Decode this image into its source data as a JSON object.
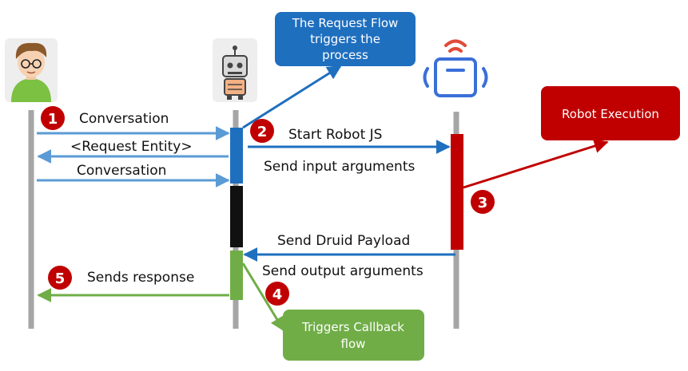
{
  "participants": {
    "user": {
      "icon": "user-avatar-icon"
    },
    "bot": {
      "icon": "chatbot-robot-icon"
    },
    "robot": {
      "icon": "rpa-robot-icon"
    }
  },
  "messages": {
    "conversation_1": "Conversation",
    "request_entity": "<Request Entity>",
    "conversation_2": "Conversation",
    "start_robot": "Start Robot JS",
    "send_input": "Send input arguments",
    "send_payload": "Send Druid Payload",
    "send_output": "Send output arguments",
    "sends_response": "Sends response"
  },
  "steps": [
    "1",
    "2",
    "3",
    "4",
    "5"
  ],
  "callouts": {
    "request_flow": [
      "The Request Flow",
      "triggers the",
      "process"
    ],
    "robot_execution": [
      "Robot Execution"
    ],
    "callback_flow": [
      "Triggers Callback",
      "flow"
    ]
  },
  "colors": {
    "blue_arrow": "#5b9bd5",
    "dark_blue": "#1f6fbf",
    "red": "#c00000",
    "green": "#70ad47",
    "lifeline": "#a6a6a6",
    "black": "#111111"
  }
}
